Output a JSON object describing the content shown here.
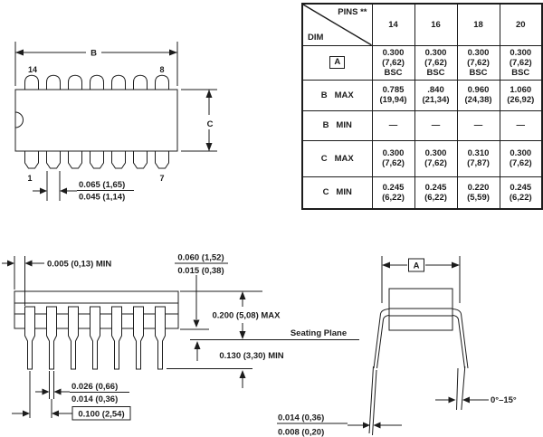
{
  "colors": {
    "ink": "#1c1c1c",
    "background": "#ffffff"
  },
  "table": {
    "pins_label": "PINS **",
    "dim_label": "DIM",
    "columns": [
      "14",
      "16",
      "18",
      "20"
    ],
    "rows": [
      {
        "dim": "A",
        "values": [
          "0.300\n(7,62)\nBSC",
          "0.300\n(7,62)\nBSC",
          "0.300\n(7,62)\nBSC",
          "0.300\n(7,62)\nBSC"
        ]
      },
      {
        "dim": "B   MAX",
        "values": [
          "0.785\n(19,94)",
          ".840\n(21,34)",
          "0.960\n(24,38)",
          "1.060\n(26,92)"
        ]
      },
      {
        "dim": "B   MIN",
        "values": [
          "—",
          "—",
          "—",
          "—"
        ]
      },
      {
        "dim": "C   MAX",
        "values": [
          "0.300\n(7,62)",
          "0.300\n(7,62)",
          "0.310\n(7,87)",
          "0.300\n(7,62)"
        ]
      },
      {
        "dim": "C   MIN",
        "values": [
          "0.245\n(6,22)",
          "0.245\n(6,22)",
          "0.220\n(5,59)",
          "0.245\n(6,22)"
        ]
      }
    ]
  },
  "top_view": {
    "b_label": "B",
    "c_label": "C",
    "pin14": "14",
    "pin8": "8",
    "pin1": "1",
    "pin7": "7",
    "lead_width_max": "0.065  (1,65)",
    "lead_width_min": "0.045  (1,14)"
  },
  "side_view": {
    "edge_to_lead": "0.005 (0,13) MIN",
    "standoff_max": "0.060  (1,52)",
    "standoff_min": "0.015  (0,38)",
    "height": "0.200 (5,08) MAX",
    "seating_plane": "Seating Plane",
    "lead_below": "0.130 (3,30) MIN",
    "lead_width_max": "0.026  (0,66)",
    "lead_width_min": "0.014  (0,36)",
    "pitch": "0.100 (2,54)"
  },
  "end_view": {
    "a_label": "A",
    "thickness_max": "0.014  (0,36)",
    "thickness_min": "0.008  (0,20)",
    "angle": "0°–15°"
  }
}
